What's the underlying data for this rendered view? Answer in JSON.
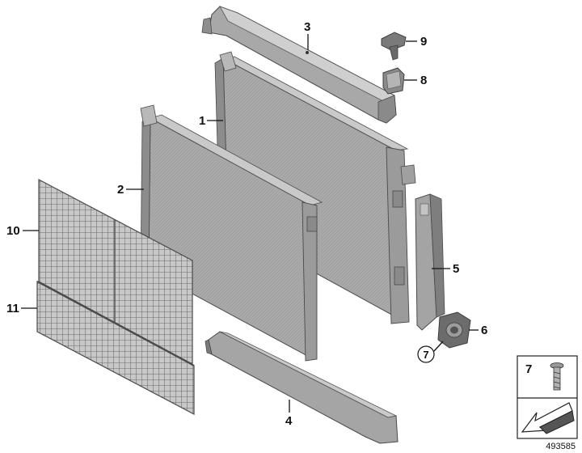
{
  "diagram": {
    "callouts": [
      {
        "id": "1",
        "label": "1"
      },
      {
        "id": "2",
        "label": "2"
      },
      {
        "id": "3",
        "label": "3"
      },
      {
        "id": "4",
        "label": "4"
      },
      {
        "id": "5",
        "label": "5"
      },
      {
        "id": "6",
        "label": "6"
      },
      {
        "id": "7",
        "label": "7"
      },
      {
        "id": "8",
        "label": "8"
      },
      {
        "id": "9",
        "label": "9"
      },
      {
        "id": "10",
        "label": "10"
      },
      {
        "id": "11",
        "label": "11"
      }
    ],
    "legend_box": {
      "label": "7"
    },
    "document_number": "493585"
  },
  "colors": {
    "part_fill": "#a6a6a6",
    "part_dark": "#6e6e6e",
    "part_light": "#c9c9c9",
    "outline": "#4a4a4a"
  }
}
